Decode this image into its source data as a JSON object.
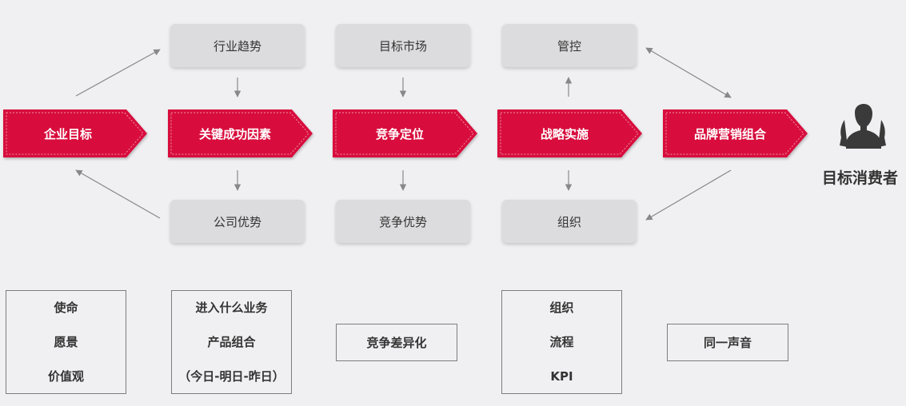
{
  "colors": {
    "accent": "#d80a3c",
    "gray_box": "#dcdcde",
    "background": "#f0f0f2",
    "connector": "#888888",
    "text": "#333333"
  },
  "flow": [
    {
      "label": "企业目标"
    },
    {
      "label": "关键成功因素"
    },
    {
      "label": "竞争定位"
    },
    {
      "label": "战略实施"
    },
    {
      "label": "品牌营销组合"
    }
  ],
  "top_boxes": [
    "行业趋势",
    "目标市场",
    "管控"
  ],
  "bottom_boxes": [
    "公司优势",
    "竞争优势",
    "组织"
  ],
  "consumer": {
    "label": "目标消费者",
    "icon": "people-icon"
  },
  "bottom_notes": [
    {
      "lines": [
        "使命",
        "愿景",
        "价值观"
      ]
    },
    {
      "lines": [
        "进入什么业务",
        "产品组合",
        "（今日-明日-昨日）"
      ]
    },
    {
      "lines": [
        "竞争差异化"
      ]
    },
    {
      "lines": [
        "组织",
        "流程",
        "KPI"
      ]
    },
    {
      "lines": [
        "同一声音"
      ]
    }
  ]
}
